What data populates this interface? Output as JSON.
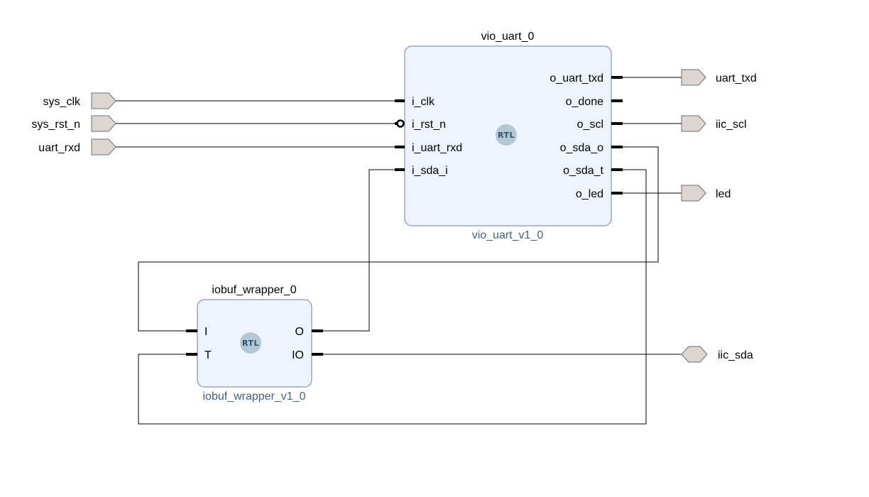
{
  "blocks": {
    "vio": {
      "instance": "vio_uart_0",
      "module": "vio_uart_v1_0",
      "badge": "RTL",
      "inputs": [
        "i_clk",
        "i_rst_n",
        "i_uart_rxd",
        "i_sda_i"
      ],
      "outputs": [
        "o_uart_txd",
        "o_done",
        "o_scl",
        "o_sda_o",
        "o_sda_t",
        "o_led"
      ]
    },
    "iobuf": {
      "instance": "iobuf_wrapper_0",
      "module": "iobuf_wrapper_v1_0",
      "badge": "RTL",
      "inputs": [
        "I",
        "T"
      ],
      "outputs": [
        "O",
        "IO"
      ]
    }
  },
  "ports": {
    "inputs": [
      "sys_clk",
      "sys_rst_n",
      "uart_rxd"
    ],
    "outputs": [
      "uart_txd",
      "iic_scl",
      "led"
    ],
    "inout": [
      "iic_sda"
    ]
  },
  "colors": {
    "block_fill": "#edf4fd",
    "block_stroke": "#6f7f99",
    "port_fill": "#ddd5d0",
    "module_text": "#3f5f99",
    "rtl_badge": "#b2c8d3"
  }
}
